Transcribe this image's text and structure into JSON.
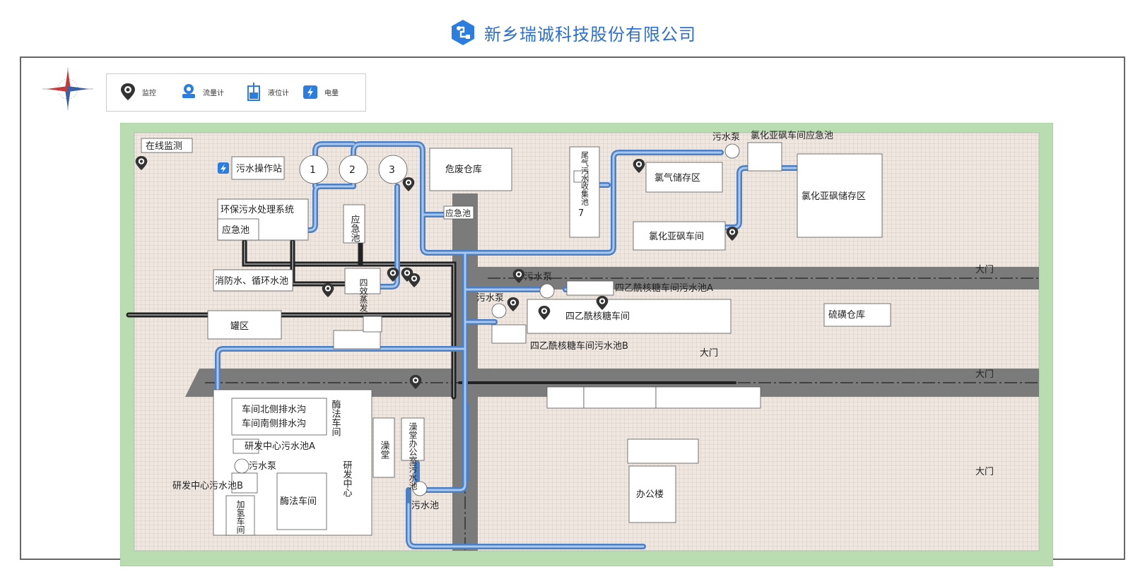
{
  "header": {
    "company_name": "新乡瑞诚科技股份有限公司",
    "logo_icon": "company-logo-icon"
  },
  "legend": {
    "items": [
      {
        "label": "监控",
        "icon": "monitor-pin-icon"
      },
      {
        "label": "流量计",
        "icon": "flowmeter-icon"
      },
      {
        "label": "液位计",
        "icon": "level-gauge-icon"
      },
      {
        "label": "电量",
        "icon": "power-icon"
      }
    ]
  },
  "map": {
    "labels": {
      "online_monitor": "在线监测",
      "sewage_station": "污水操作站",
      "env_system": "环保污水处理系统",
      "emergency_pool_1": "应急池",
      "emergency_pool_2": "应急池",
      "emergency_pool_3": "应急池",
      "fire_pool": "消防水、循环水池",
      "four_effect": "四效蒸发",
      "tank_area": "罐区",
      "hazard_warehouse": "危废仓库",
      "tail_gas_pool": "尾气污水收集池",
      "tail_gas_num": "7",
      "chlorine_storage": "氯气储存区",
      "sulfone_workshop": "氯化亚砜车间",
      "sulfone_storage": "氯化亚砜储存区",
      "sulfone_emergency": "氯化亚砜车间应急池",
      "sewage_pump_1": "污水泵",
      "sewage_pump_2": "污水泵",
      "sewage_pump_3": "污水泵",
      "sewage_pump_4": "污水泵",
      "sucrose_pool_a": "四乙酰核糖车间污水池A",
      "sucrose_workshop": "四乙酰核糖车间",
      "sucrose_pool_b": "四乙酰核糖车间污水池B",
      "sulfur_warehouse": "硫磺仓库",
      "gate_1": "大门",
      "gate_2": "大门",
      "gate_3": "大门",
      "gate_4": "大门",
      "ditch_north": "车间北侧排水沟",
      "ditch_south": "车间南侧排水沟",
      "enzyme_workshop_1": "酶法车间",
      "enzyme_workshop_2": "酶法车间",
      "rd_pool_a": "研发中心污水池A",
      "rd_pool_b": "研发中心污水池B",
      "rd_center": "研发中心",
      "hydrogenation": "加氢车间",
      "bathhouse": "澡堂",
      "bath_office_pool": "澡堂办公室污水池",
      "sewage_pool": "污水池",
      "office_building": "办公楼",
      "tank_1": "1",
      "tank_2": "2",
      "tank_3": "3"
    }
  }
}
